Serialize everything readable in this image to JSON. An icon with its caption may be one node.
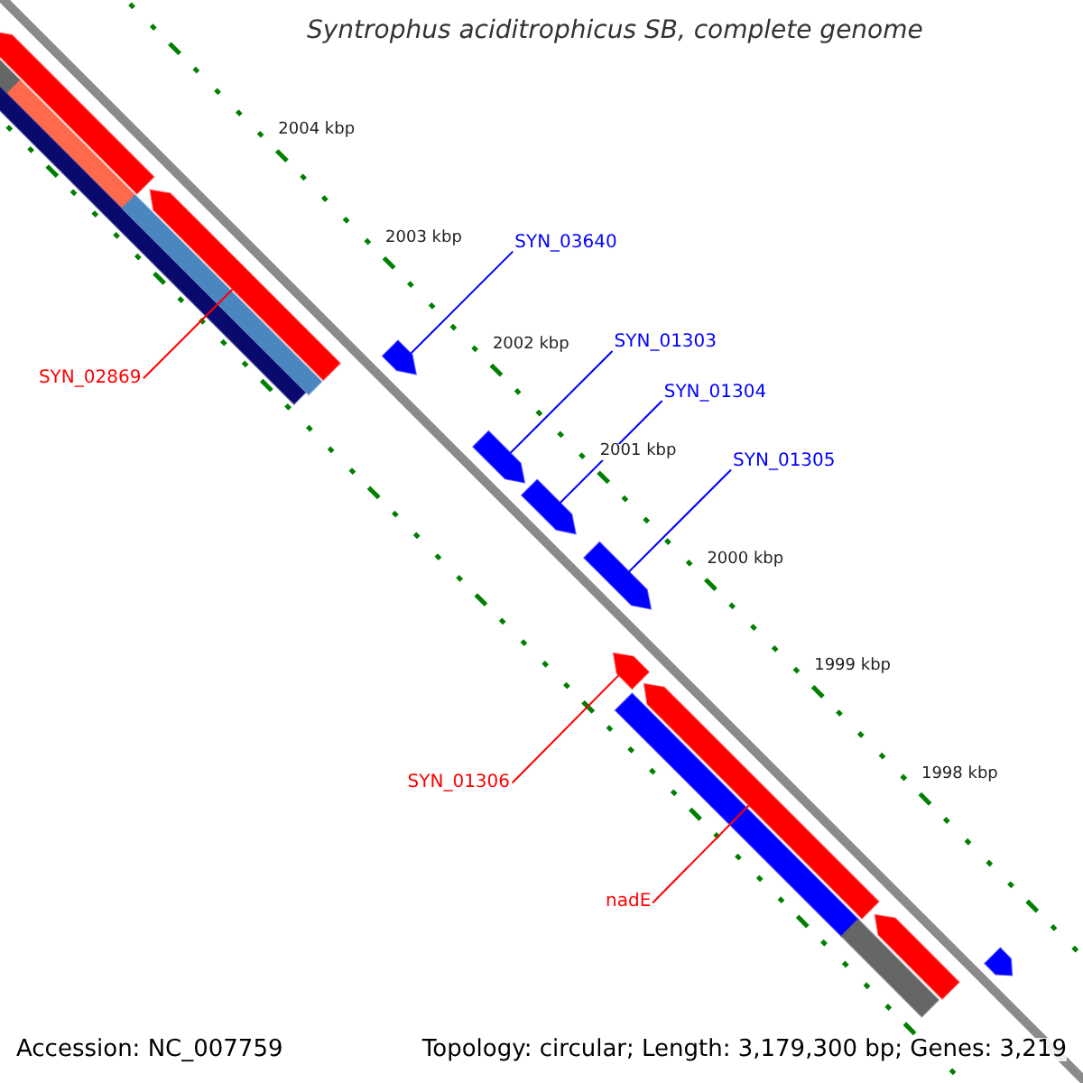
{
  "diagram": {
    "title": "Syntrophus aciditrophicus SB, complete genome",
    "nodes": [
      {
        "text": [
          "SYN_03640"
        ]
      },
      {
        "text": [
          "SYN_01303"
        ]
      },
      {
        "text": [
          "SYN_01304"
        ]
      },
      {
        "text": [
          "SYN_02869"
        ]
      },
      {
        "text": [
          "SYN_01305"
        ]
      },
      {
        "text": [
          "SYN_01306"
        ]
      },
      {
        "text": [
          "nadE"
        ]
      },
      {
        "text": [],
        "shape": "arrow"
      },
      {
        "text": [],
        "shape": "bar"
      },
      {
        "text": [],
        "shape": "bar"
      },
      {
        "text": [],
        "shape": "bar"
      },
      {
        "text": [],
        "shape": "arrow"
      },
      {
        "text": [],
        "shape": "bar"
      },
      {
        "text": [],
        "shape": "arrow"
      },
      {
        "text": [],
        "shape": "arrow"
      },
      {
        "text": [],
        "shape": "arrow"
      },
      {
        "text": [],
        "shape": "arrow"
      },
      {
        "text": [],
        "shape": "arrow"
      },
      {
        "text": [],
        "shape": "bar"
      },
      {
        "text": [],
        "shape": "arrow"
      },
      {
        "text": [],
        "shape": "bar"
      },
      {
        "text": [],
        "shape": "arrow"
      },
      {
        "text": [],
        "shape": "arrow"
      }
    ],
    "edges": [
      {
        "from": 0,
        "to": 13,
        "arrow": "none"
      },
      {
        "from": 1,
        "to": 14,
        "arrow": "none"
      },
      {
        "from": 2,
        "to": 15,
        "arrow": "none"
      },
      {
        "from": 3,
        "to": 11,
        "arrow": "none",
        "color": "#ff0000"
      },
      {
        "from": 4,
        "to": 16,
        "arrow": "none"
      },
      {
        "from": 5,
        "to": 17,
        "arrow": "none",
        "color": "#ff0000"
      },
      {
        "from": 6,
        "to": 19,
        "arrow": "none",
        "color": "#ff0000"
      }
    ],
    "labels": [
      "2004 kbp",
      "2003 kbp",
      "2002 kbp",
      "2001 kbp",
      "2000 kbp",
      "1999 kbp",
      "1998 kbp",
      "Accession: NC_007759",
      "Topology: circular; Length: 3,179,300 bp; Genes: 3,219"
    ]
  }
}
